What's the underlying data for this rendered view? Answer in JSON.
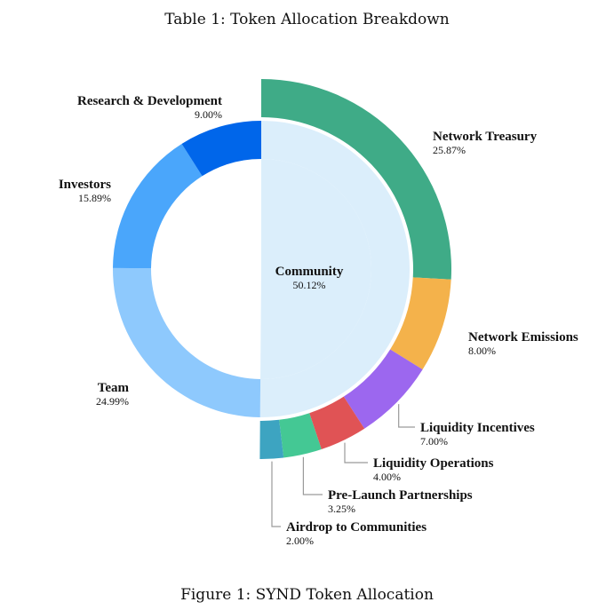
{
  "table_caption": "Table 1: Token Allocation Breakdown",
  "figure_caption": "Figure 1: SYND Token Allocation",
  "chart_data": {
    "type": "pie",
    "variant": "nested-donut",
    "inner_ring": [
      {
        "name": "Community",
        "value": 50.12,
        "label": "50.12%",
        "color": "#dbeefb"
      },
      {
        "name": "Team",
        "value": 24.99,
        "label": "24.99%",
        "color": "#8ec9fd"
      },
      {
        "name": "Investors",
        "value": 15.89,
        "label": "15.89%",
        "color": "#4aa6fb"
      },
      {
        "name": "Research & Development",
        "value": 9.0,
        "label": "9.00%",
        "color": "#0066ea"
      }
    ],
    "outer_ring": [
      {
        "name": "Network Treasury",
        "value": 25.87,
        "label": "25.87%",
        "color": "#3fab87"
      },
      {
        "name": "Network Emissions",
        "value": 8.0,
        "label": "8.00%",
        "color": "#f4b24b"
      },
      {
        "name": "Liquidity Incentives",
        "value": 7.0,
        "label": "7.00%",
        "color": "#9c67ef"
      },
      {
        "name": "Liquidity Operations",
        "value": 4.0,
        "label": "4.00%",
        "color": "#e05355"
      },
      {
        "name": "Pre-Launch Partnerships",
        "value": 3.25,
        "label": "3.25%",
        "color": "#44c894"
      },
      {
        "name": "Airdrop to Communities",
        "value": 2.0,
        "label": "2.00%",
        "color": "#3da4c1"
      }
    ],
    "outer_ring_parent": "Community"
  }
}
